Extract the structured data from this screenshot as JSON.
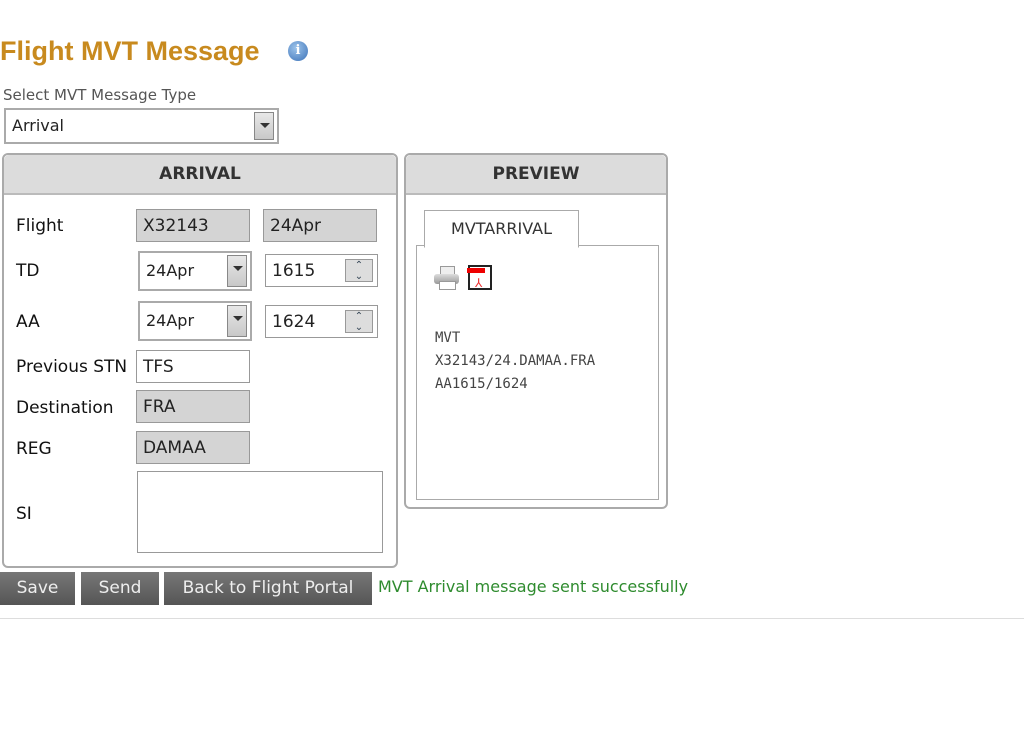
{
  "header": {
    "title": "Flight MVT Message",
    "info_icon": "i"
  },
  "type_select": {
    "label": "Select MVT Message Type",
    "value": "Arrival"
  },
  "arrival": {
    "title": "ARRIVAL",
    "flight": {
      "label": "Flight",
      "number": "X32143",
      "date": "24Apr"
    },
    "td": {
      "label": "TD",
      "date": "24Apr",
      "time": "1615"
    },
    "aa": {
      "label": "AA",
      "date": "24Apr",
      "time": "1624"
    },
    "previous_stn": {
      "label": "Previous STN",
      "value": "TFS"
    },
    "destination": {
      "label": "Destination",
      "value": "FRA"
    },
    "reg": {
      "label": "REG",
      "value": "DAMAA"
    },
    "si": {
      "label": "SI",
      "value": ""
    }
  },
  "preview": {
    "title": "PREVIEW",
    "tab": "MVTARRIVAL",
    "lines": [
      "MVT",
      "X32143/24.DAMAA.FRA",
      "AA1615/1624"
    ]
  },
  "buttons": {
    "save": "Save",
    "send": "Send",
    "back": "Back to Flight Portal"
  },
  "status": "MVT Arrival message sent successfully"
}
